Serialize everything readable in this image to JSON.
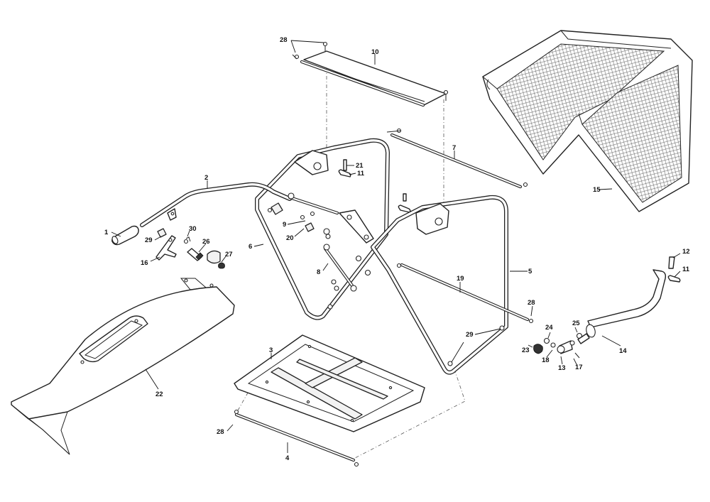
{
  "diagram": {
    "type": "exploded parts diagram",
    "callouts": [
      {
        "id": "c1",
        "label": "1"
      },
      {
        "id": "c2",
        "label": "2"
      },
      {
        "id": "c3",
        "label": "3"
      },
      {
        "id": "c4",
        "label": "4"
      },
      {
        "id": "c5",
        "label": "5"
      },
      {
        "id": "c6",
        "label": "6"
      },
      {
        "id": "c7",
        "label": "7"
      },
      {
        "id": "c8",
        "label": "8"
      },
      {
        "id": "c9",
        "label": "9"
      },
      {
        "id": "c10",
        "label": "10"
      },
      {
        "id": "c11a",
        "label": "11"
      },
      {
        "id": "c11b",
        "label": "11"
      },
      {
        "id": "c12",
        "label": "12"
      },
      {
        "id": "c13",
        "label": "13"
      },
      {
        "id": "c14",
        "label": "14"
      },
      {
        "id": "c15",
        "label": "15"
      },
      {
        "id": "c16",
        "label": "16"
      },
      {
        "id": "c17",
        "label": "17"
      },
      {
        "id": "c18",
        "label": "18"
      },
      {
        "id": "c19",
        "label": "19"
      },
      {
        "id": "c20",
        "label": "20"
      },
      {
        "id": "c21",
        "label": "21"
      },
      {
        "id": "c22",
        "label": "22"
      },
      {
        "id": "c23",
        "label": "23"
      },
      {
        "id": "c24",
        "label": "24"
      },
      {
        "id": "c25",
        "label": "25"
      },
      {
        "id": "c26",
        "label": "26"
      },
      {
        "id": "c27",
        "label": "27"
      },
      {
        "id": "c28a",
        "label": "28"
      },
      {
        "id": "c28b",
        "label": "28"
      },
      {
        "id": "c28c",
        "label": "28"
      },
      {
        "id": "c29a",
        "label": "29"
      },
      {
        "id": "c29b",
        "label": "29"
      },
      {
        "id": "c30",
        "label": "30"
      }
    ]
  }
}
